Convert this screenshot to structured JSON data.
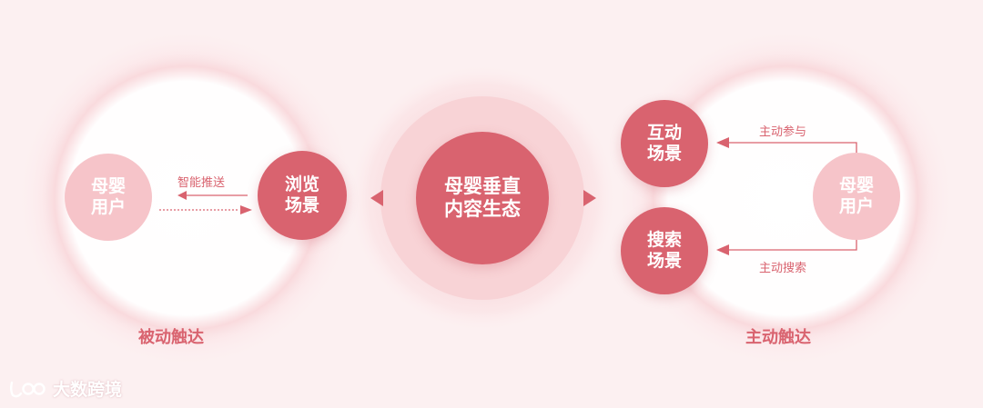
{
  "colors": {
    "background": "#fcf0f1",
    "primary": "#d9636f",
    "light_node": "#f6c4c9",
    "text_on_node": "#ffffff"
  },
  "left_group": {
    "user_node": {
      "line1": "母婴",
      "line2": "用户"
    },
    "browse_node": {
      "line1": "浏览",
      "line2": "场景"
    },
    "arrow_label": "智能推送",
    "group_label": "被动触达"
  },
  "center_node": {
    "line1": "母婴垂直",
    "line2": "内容生态"
  },
  "right_group": {
    "interact_node": {
      "line1": "互动",
      "line2": "场景"
    },
    "search_node": {
      "line1": "搜索",
      "line2": "场景"
    },
    "user_node": {
      "line1": "母婴",
      "line2": "用户"
    },
    "arrow_label_top": "主动参与",
    "arrow_label_bottom": "主动搜索",
    "group_label": "主动触达"
  },
  "watermark": {
    "text": "大数跨境",
    "logo_icon": "logo-icon"
  }
}
